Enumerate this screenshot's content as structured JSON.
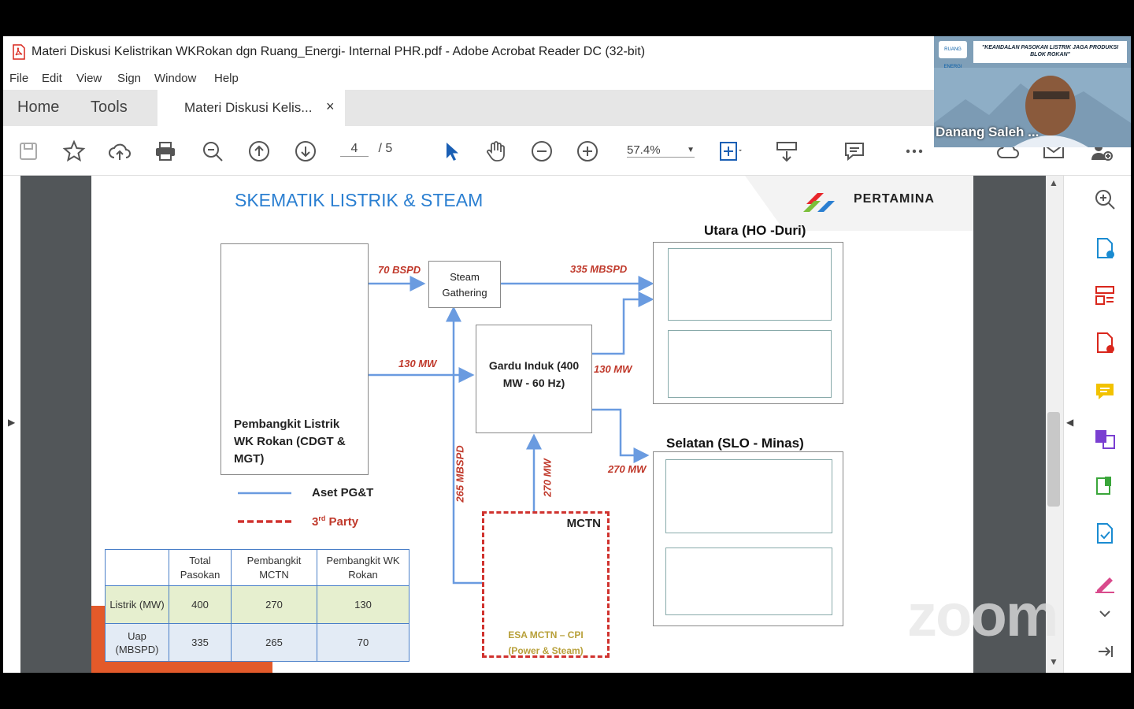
{
  "window": {
    "title": "Materi Diskusi Kelistrikan WKRokan dgn Ruang_Energi- Internal PHR.pdf - Adobe Acrobat Reader DC (32-bit)"
  },
  "menu": [
    "File",
    "Edit",
    "View",
    "Sign",
    "Window",
    "Help"
  ],
  "tabs": {
    "home": "Home",
    "tools": "Tools",
    "document": "Materi Diskusi Kelis...",
    "close": "×"
  },
  "toolbar": {
    "page_current": "4",
    "page_total": "/ 5",
    "zoom": "57.4%"
  },
  "video": {
    "participant_name": "Danang Saleh ...",
    "banner_text": "\"KEANDALAN PASOKAN LISTRIK JAGA PRODUKSI BLOK ROKAN\"",
    "logo_text": "RUANG ENERGI"
  },
  "watermark": "zoom",
  "slide": {
    "title": "SKEMATIK LISTRIK & STEAM",
    "brand": "PERTAMINA",
    "plant_label": "Pembangkit Listrik WK Rokan (CDGT & MGT)",
    "steam_gathering": "Steam Gathering",
    "gardu_induk": "Gardu Induk (400 MW - 60 Hz)",
    "utara_label": "Utara (HO -Duri)",
    "selatan_label": "Selatan (SLO - Minas)",
    "mctn_label": "MCTN",
    "esa_label": "ESA MCTN – CPI (Power & Steam)",
    "flows": {
      "bspd70": "70 BSPD",
      "mbspd335": "335 MBSPD",
      "mw130_in": "130 MW",
      "mw130_out": "130 MW",
      "mw270_out": "270 MW",
      "mbspd265": "265 MBSPD",
      "mw270_up": "270 MW"
    },
    "legend": {
      "asset": "Aset PG&T",
      "party_num": "3",
      "party_sup": "rd",
      "party_text": " Party"
    },
    "table": {
      "headers": [
        "",
        "Total Pasokan",
        "Pembangkit MCTN",
        "Pembangkit WK Rokan"
      ],
      "rows": [
        {
          "label": "Listrik (MW)",
          "values": [
            "400",
            "270",
            "130"
          ]
        },
        {
          "label": "Uap (MBSPD)",
          "values": [
            "335",
            "265",
            "70"
          ]
        }
      ]
    }
  },
  "colors": {
    "accent_blue": "#2b7fd1",
    "flow_red": "#c0392b",
    "line_blue": "#6a9be0",
    "dash_red": "#d0322e"
  }
}
